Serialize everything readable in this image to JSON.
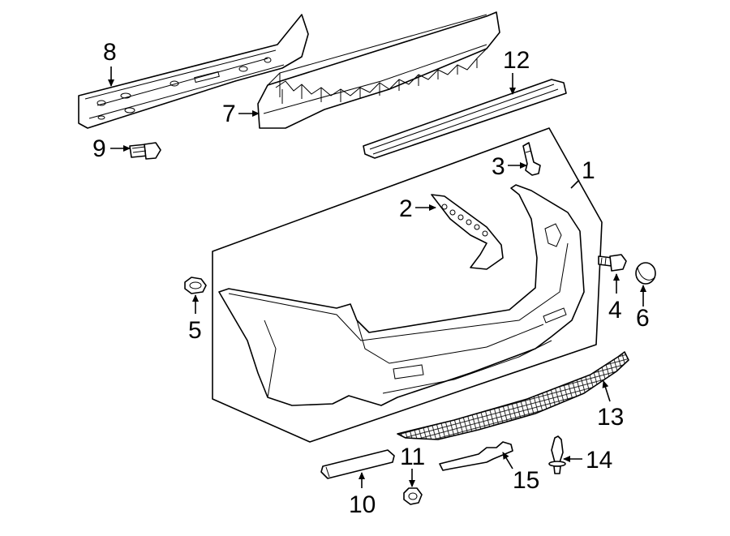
{
  "callouts": {
    "c1": "1",
    "c2": "2",
    "c3": "3",
    "c4": "4",
    "c5": "5",
    "c6": "6",
    "c7": "7",
    "c8": "8",
    "c9": "9",
    "c10": "10",
    "c11": "11",
    "c12": "12",
    "c13": "13",
    "c14": "14",
    "c15": "15"
  }
}
